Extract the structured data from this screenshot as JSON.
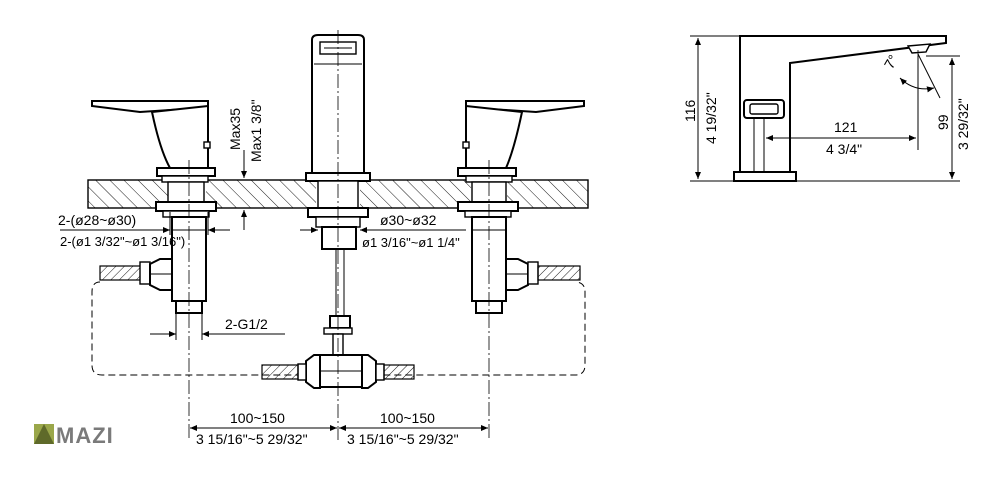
{
  "logo": {
    "text": "MAZI"
  },
  "front_view": {
    "deck_height_metric": "Max35",
    "deck_height_imperial": "Max1 3/8\"",
    "handle_hole_metric": "2-(ø28~ø30)",
    "handle_hole_imperial": "2-(ø1 3/32\"~ø1 3/16\")",
    "spout_hole_metric": "ø30~ø32",
    "spout_hole_imperial": "ø1 3/16\"~ø1 1/4\"",
    "connection": "2-G1/2",
    "spacing_left_metric": "100~150",
    "spacing_left_imperial": "3 15/16\"~5 29/32\"",
    "spacing_right_metric": "100~150",
    "spacing_right_imperial": "3 15/16\"~5 29/32\""
  },
  "side_view": {
    "height_metric": "116",
    "height_imperial": "4 19/32\"",
    "reach_metric": "121",
    "reach_imperial": "4 3/4\"",
    "spout_height_metric": "99",
    "spout_height_imperial": "3 29/32\"",
    "angle": "7°"
  }
}
